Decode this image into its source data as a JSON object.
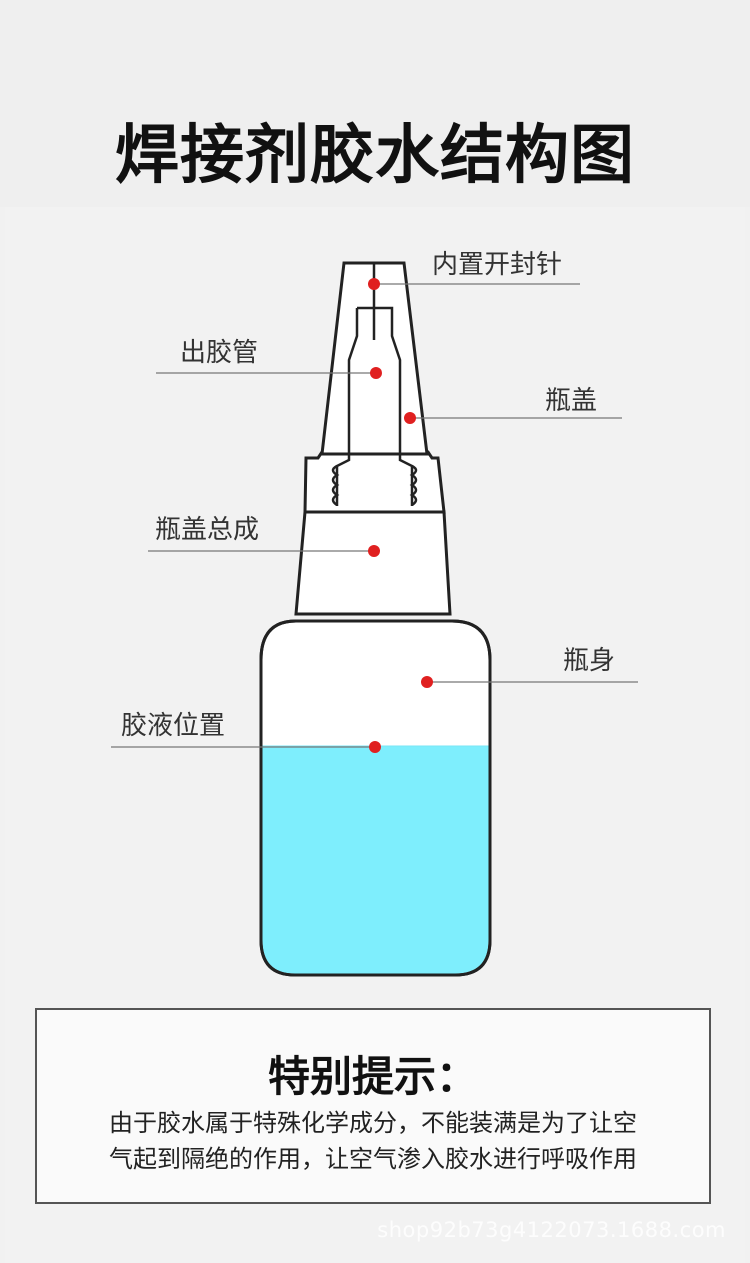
{
  "title": "焊接剂胶水结构图",
  "labels": {
    "seal_needle": "内置开封针",
    "glue_tube": "出胶管",
    "cap": "瓶盖",
    "cap_assembly": "瓶盖总成",
    "bottle_body": "瓶身",
    "glue_level": "胶液位置"
  },
  "notice": {
    "title": "特别提示：",
    "line1": "由于胶水属于特殊化学成分，不能装满是为了让空",
    "line2": "气起到隔绝的作用，让空气渗入胶水进行呼吸作用"
  },
  "watermark": "shop92b73g4122073.1688.com",
  "colors": {
    "liquid": "#7eeefd",
    "marker": "#e02020",
    "leader": "#777777",
    "outline": "#222222"
  }
}
